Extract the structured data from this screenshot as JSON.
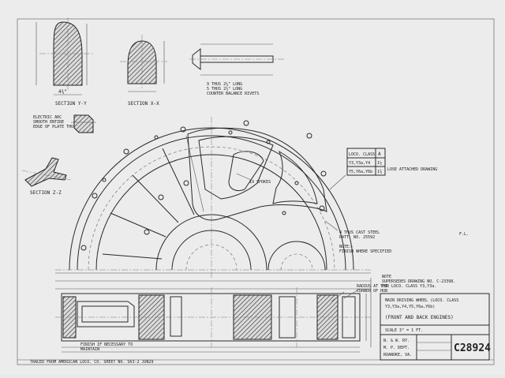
{
  "sections": {
    "section_y": "SECTION Y-Y",
    "section_x": "SECTION X-X",
    "section_z": "SECTION Z-Z"
  },
  "notes": {
    "electric_arc": [
      "ELECTRIC ARC",
      "SMOOTH ENTIRE",
      "EDGE OF PLATE THUS"
    ],
    "rivets": [
      "9 THUS 2¼\" LONG",
      "5 THUS 2¾\" LONG",
      "COUNTER BALANCE RIVETS"
    ],
    "spokes": "19 SPOKES",
    "cast_steel": [
      "4 THUS CAST STEEL",
      "PATT. NO. 25592"
    ],
    "finish": [
      "NOTE:-",
      "FINISH WHERE SPECIFIED"
    ],
    "radius": [
      "RADIUS AT THE",
      "CORNER OF HUB"
    ],
    "finish_if_necessary": [
      "FINISH IF NECESSARY TO",
      "MAINTAIN"
    ],
    "traced": "TRACED FROM AMERICAN LOCO. CO. SHEET NO. S63-2 JUN29",
    "superseding": [
      "NOTE",
      "SUPERSEDES DRAWING NO. C-23398.",
      "FOR LOCO. CLASS Y3,Y3a."
    ],
    "section_dim": "F.L."
  },
  "loco_table": {
    "header": [
      "LOCO. CLASS",
      "A"
    ],
    "rows": [
      [
        "Y3,Y3a,Y4",
        "1½"
      ],
      [
        "Y5,Y6a,Y6b",
        "1¾"
      ]
    ],
    "note": "LOSE ATTACHED DRAWING"
  },
  "title_block": {
    "title": "MAIN DRIVING WHEEL (LOCO. CLASS",
    "classes": "Y3,Y3a,Y4,Y5,Y6a,Y6b)",
    "subtitle": "(FRONT AND BACK ENGINES)",
    "scale": "SCALE 3\" = 1 FT.",
    "railway": "N. & W. RY.",
    "dept": "M. P. DEPT.",
    "city": "ROANOKE, VA.",
    "drawing_no": "C28924"
  }
}
